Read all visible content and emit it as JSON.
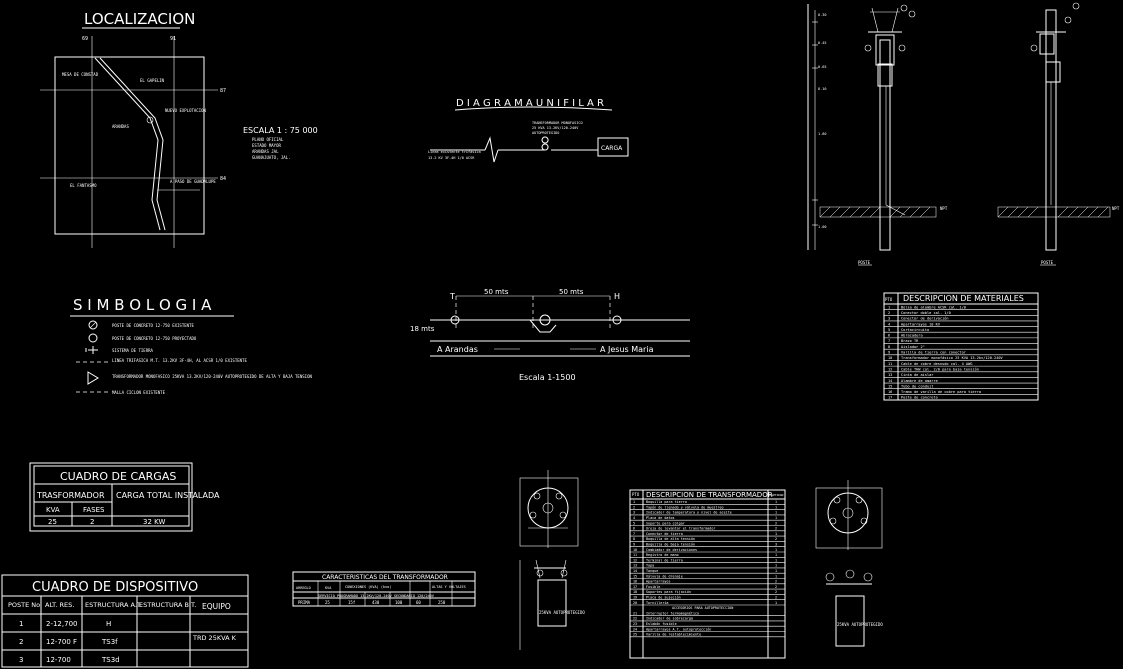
{
  "localizacion": {
    "title": "LOCALIZACION",
    "labels": [
      "MESA DE CONSTAD",
      "EL GAPELIN",
      "NUEVO EXPLOTACION",
      "ARANDAS",
      "EL FANTASMO",
      "A PASO DE GUADALUPE"
    ],
    "grid_ticks": [
      "69",
      "91",
      "87",
      "84"
    ],
    "scale": "ESCALA 1 : 75 000",
    "scale_notes": [
      "PLANO OFICIAL",
      "ESTADO MAYOR",
      "ARANDAS JAL",
      "GUANAJUATO, JAL."
    ]
  },
  "unifilar": {
    "title": "D I A G R A M A   U N I F I L A R",
    "left_text": [
      "Línea existente trifásica",
      "13.2 KV 3F-4H 1/0 ACSR"
    ],
    "mid_text": [
      "TRANSFORMADOR MONOFASICO",
      "25 KVA 13.2KV/120-240V",
      "AUTOPROTEGIDO"
    ],
    "carga": "CARGA"
  },
  "simbologia": {
    "title": "S I M B O L O G I A",
    "items": [
      "POSTE DE CONCRETO 12-750 EXISTENTE",
      "POSTE DE CONCRETO 12-750 PROYECTADO",
      "SISTEMA DE TIERRA",
      "LINEA TRIFASICA M.T. 13.2KV 3F-4H, AL ACSR 1/0 EXISTENTE",
      "TRANSFORMADOR MONOFASICO 25KVA 13.2KV/120-240V AUTOPROTEGIDO DE ALTA Y BAJA TENSION",
      "MALLA CICLON EXISTENTE"
    ]
  },
  "planta": {
    "label_t": "T",
    "label_h": "H",
    "dim1": "50 mts",
    "dim2": "50 mts",
    "dim_side": "18 mts",
    "left_road": "A Arandas",
    "right_road": "A Jesus Maria",
    "scale": "Escala 1-1500"
  },
  "cuadro_cargas": {
    "title": "CUADRO DE CARGAS",
    "h1": "TRASFORMADOR",
    "h2": "CARGA TOTAL INSTALADA",
    "sub1": "KVA",
    "sub2": "FASES",
    "v_kva": "25",
    "v_fases": "2",
    "v_carga": "32 KW"
  },
  "cuadro_dispositivo": {
    "title": "CUADRO DE DISPOSITIVO",
    "headers": [
      "POSTE No.",
      "ALT. RES.",
      "ESTRUCTURA A.T.",
      "ESTRUCTURA B.T.",
      "EQUIPO"
    ],
    "rows": [
      [
        "1",
        "2-12,700",
        "H",
        "",
        ""
      ],
      [
        "2",
        "12-700 F",
        "TS3f",
        "",
        "TRD 25KVA K"
      ],
      [
        "3",
        "12-700",
        "TS3d",
        "",
        ""
      ]
    ]
  },
  "caracteristicas": {
    "title": "CARACTERISTICAS DEL TRANSFORMADOR",
    "headers": [
      "ARREGLO",
      "KVA",
      "CONEXIONES (KVA) (kvo)",
      "",
      "",
      "",
      "ALTAS Y VOLTAJES"
    ],
    "note": "SERVICIO PROGRAMADO 13.2KV/120-240V SECUNDARIO 120/240V",
    "row": [
      "PRIMA",
      "25",
      "15f",
      "430",
      "100",
      "60",
      "250"
    ]
  },
  "materiales": {
    "title": "DESCRIPCION  DE MATERIALES",
    "col": "PTO",
    "rows": [
      [
        "1",
        "Bolsa de alambre ACSR cal. 1/0"
      ],
      [
        "2",
        "Conector doble cal. 1/0"
      ],
      [
        "3",
        "Conector de derivación"
      ],
      [
        "4",
        "Apartarrayos 10 KV"
      ],
      [
        "5",
        "Cortacircuito"
      ],
      [
        "6",
        "Abrazadera"
      ],
      [
        "7",
        "Brazo TR"
      ],
      [
        "8",
        "Aislador 2\""
      ],
      [
        "9",
        "Varilla de tierra con conector"
      ],
      [
        "10",
        "Transformador monofásico 25 KVA 13.2kv/120-240V"
      ],
      [
        "11",
        "Cable de cobre desnudo cal. 4 AWG"
      ],
      [
        "12",
        "Cable THW cal. 2/0 para baja tensión"
      ],
      [
        "13",
        "Cinta de aislar"
      ],
      [
        "14",
        "Alambre de amarre"
      ],
      [
        "15",
        "Tubo de conduit"
      ],
      [
        "16",
        "Tramo de varilla de cobre para tierra"
      ],
      [
        "17",
        "Poste de concreto"
      ]
    ]
  },
  "transformador_tabla": {
    "title": "DESCRIPCION DE TRANSFORMADOR",
    "col_a": "PTO",
    "col_b": "CANTIDAD",
    "rows": [
      [
        "1",
        "Boquilla para tierra",
        "1"
      ],
      [
        "2",
        "Tapón de llenado y válvula de muestreo",
        "1"
      ],
      [
        "3",
        "Indicador de temperatura y nivel de aceite",
        "1"
      ],
      [
        "4",
        "Placa de datos",
        "1"
      ],
      [
        "5",
        "Soporte para colgar",
        "2"
      ],
      [
        "6",
        "Oreja de levantar el transformador",
        "2"
      ],
      [
        "7",
        "Conector de tierra",
        "1"
      ],
      [
        "8",
        "Boquilla de alta tensión",
        "2"
      ],
      [
        "9",
        "Boquilla de baja tensión",
        "3"
      ],
      [
        "10",
        "Cambiador de derivaciones",
        "1"
      ],
      [
        "11",
        "Registro de mano",
        "1"
      ],
      [
        "12",
        "Terminal de tierra",
        "1"
      ],
      [
        "13",
        "Tapa",
        "1"
      ],
      [
        "14",
        "Tanque",
        "1"
      ],
      [
        "15",
        "Válvula de drenaje",
        "1"
      ],
      [
        "16",
        "Apartarrayos",
        "2"
      ],
      [
        "17",
        "Fusible",
        "2"
      ],
      [
        "18",
        "Soportes para fijación",
        "2"
      ],
      [
        "19",
        "Placa de sujeción",
        "2"
      ],
      [
        "20",
        "Tornillería",
        "1"
      ]
    ],
    "accessory_title": "ACCESORIOS PARA AUTOPROTECCION",
    "accessory_rows": [
      [
        "21",
        "Interruptor termomagnético",
        ""
      ],
      [
        "22",
        "Indicador de sobrecarga",
        ""
      ],
      [
        "23",
        "Eslabón fusible",
        ""
      ],
      [
        "24",
        "Apartarrayos A.T. autoprotección",
        ""
      ],
      [
        "25",
        "Varilla de restablecimiento",
        ""
      ]
    ]
  },
  "transformer_labels": [
    "25KVA AUTOPROTEGIDO",
    "25KVA AUTOPROTEGIDO"
  ],
  "elevation": {
    "left_dims": [
      "0.30",
      "0.45",
      "0.65",
      "8.10",
      "1.80",
      "1.00"
    ],
    "left_label": "POSTE",
    "right_label": "POSTE",
    "npt": "NPT"
  }
}
